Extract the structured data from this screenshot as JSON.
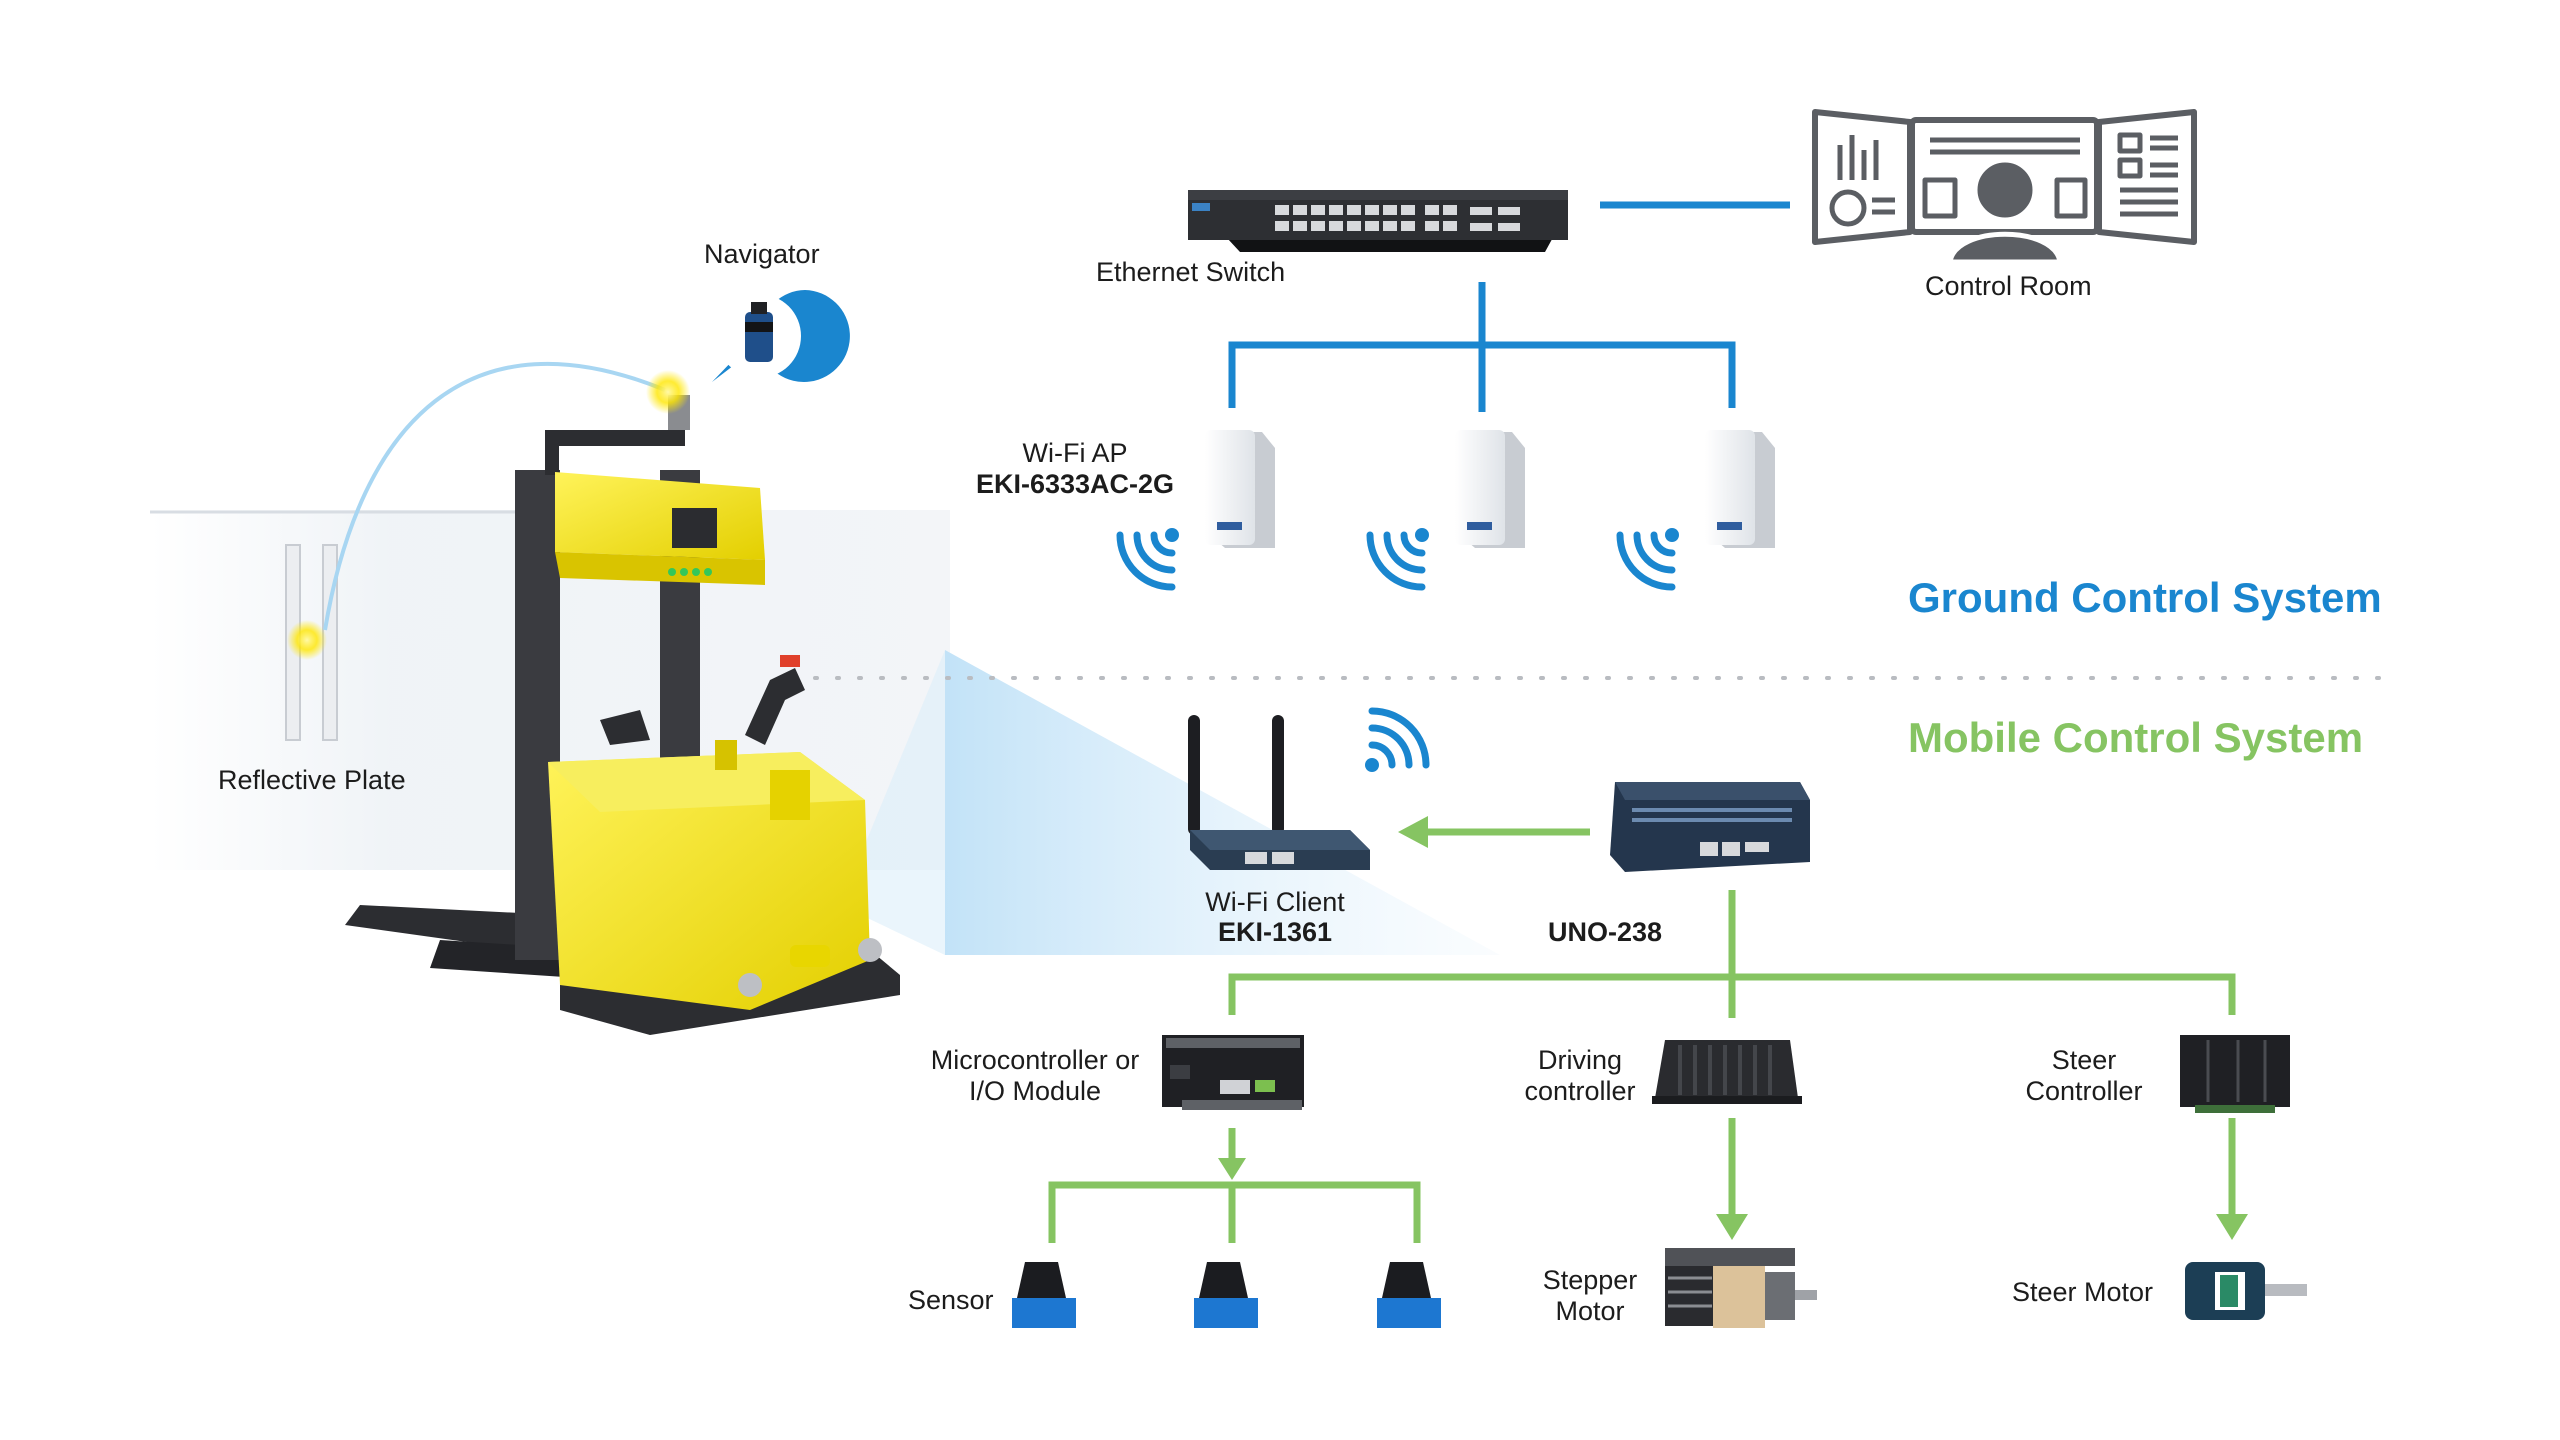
{
  "colors": {
    "ground": "#1a86cf",
    "mobile": "#86c462",
    "device_dark": "#25262b",
    "agv_yellow": "#f2e40f",
    "sensor_blue": "#1d77d1"
  },
  "labels": {
    "navigator": "Navigator",
    "reflective_plate": "Reflective Plate",
    "ethernet_switch": "Ethernet Switch",
    "control_room": "Control Room",
    "wifi_ap_line1": "Wi-Fi AP",
    "wifi_ap_line2": "EKI-6333AC-2G",
    "ground_control_system": "Ground Control System",
    "mobile_control_system": "Mobile Control System",
    "wifi_client_line1": "Wi-Fi Client",
    "wifi_client_line2": "EKI-1361",
    "uno": "UNO-238",
    "micro_line1": "Microcontroller or",
    "micro_line2": "I/O Module",
    "driving_line1": "Driving",
    "driving_line2": "controller",
    "steer_ctrl_line1": "Steer",
    "steer_ctrl_line2": "Controller",
    "sensor": "Sensor",
    "stepper_line1": "Stepper",
    "stepper_line2": "Motor",
    "steer_motor": "Steer Motor"
  },
  "icons": [
    "navigator-icon",
    "reflective-plate-icon",
    "agv-forklift-icon",
    "ethernet-switch-icon",
    "control-room-icon",
    "wifi-ap-icon",
    "wifi-signal-icon",
    "wifi-client-router-icon",
    "uno-238-computer-icon",
    "microcontroller-icon",
    "driving-controller-icon",
    "steer-controller-icon",
    "sensor-icon",
    "stepper-motor-icon",
    "steer-motor-icon"
  ]
}
